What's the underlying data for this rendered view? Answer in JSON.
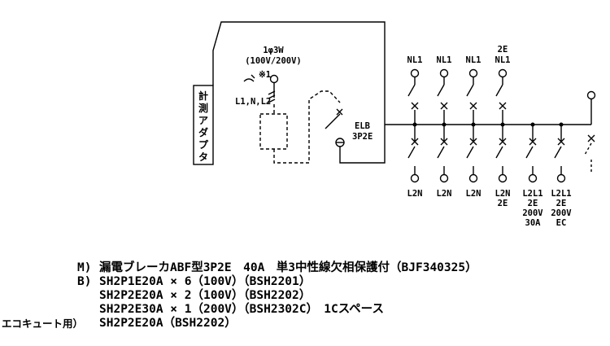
{
  "adapter": {
    "label_chars": [
      "計",
      "測",
      "ア",
      "ダ",
      "プ",
      "タ"
    ]
  },
  "source": {
    "phase": "1φ3W",
    "voltage": "(100V/200V)",
    "note": "※1",
    "lines": "L1,N,L2"
  },
  "main_breaker": {
    "name": "ELB",
    "poles": "3P2E"
  },
  "branches_top": [
    "NL1",
    "NL1",
    "NL1",
    "NL1"
  ],
  "branch4_top_prefix": "2E",
  "branches_bottom": [
    {
      "lines": [
        "L2N"
      ]
    },
    {
      "lines": [
        "L2N"
      ]
    },
    {
      "lines": [
        "L2N"
      ]
    },
    {
      "lines": [
        "L2N",
        "2E"
      ]
    },
    {
      "lines": [
        "L2L1",
        "2E",
        "200V",
        "30A"
      ]
    },
    {
      "lines": [
        "L2L1",
        "2E",
        "200V",
        "EC"
      ]
    }
  ],
  "spec": {
    "m_label": "M)",
    "m_text": "漏電ブレーカABF型3P2E　40A　単3中性線欠相保護付（BJF340325）",
    "b_label": "B)",
    "b_lines": [
      "SH2P1E20A × 6（100V）（BSH2201）",
      "SH2P2E20A × 2（100V）（BSH2202）",
      "SH2P2E30A × 1（200V）（BSH2302C）　1Cスペース"
    ],
    "eco_label": "エコキュート用）",
    "eco_text": "SH2P2E20A（BSH2202）"
  }
}
